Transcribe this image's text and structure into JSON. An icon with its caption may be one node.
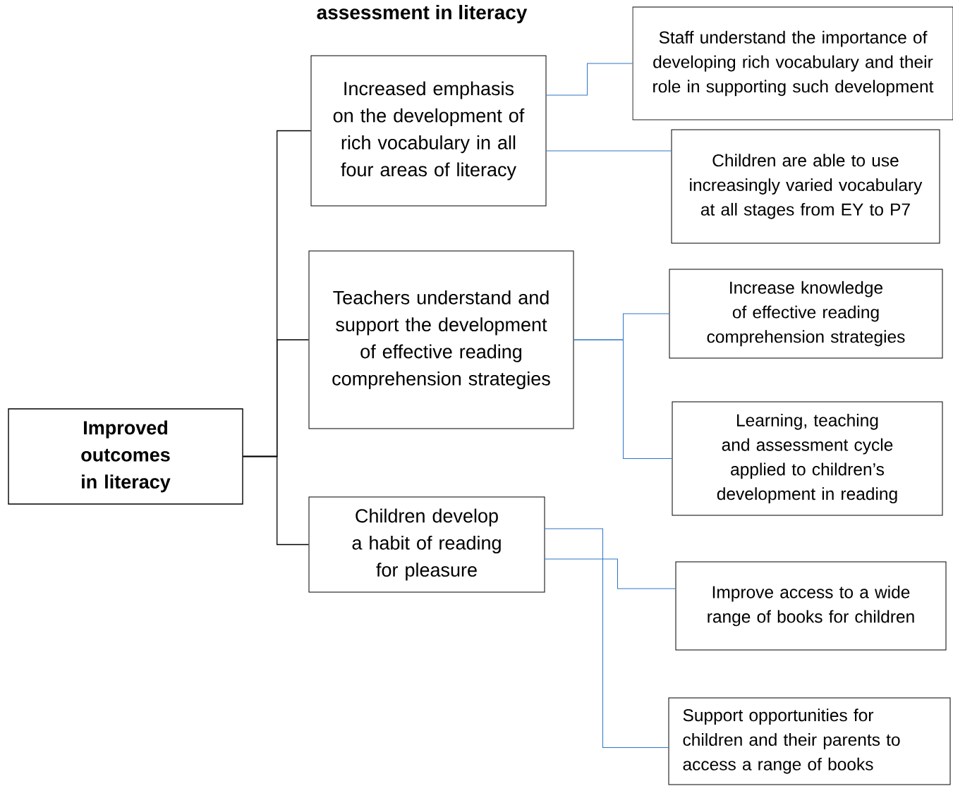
{
  "diagram": {
    "title": "assessment in literacy",
    "nodes": [
      {
        "text": [
          "Improved outcomes in literacy"
        ]
      },
      {
        "text": [
          "Increased emphasis on the development of rich vocabulary in all four areas of literacy"
        ]
      },
      {
        "text": [
          "Teachers understand and support the development of effective reading comprehension strategies"
        ]
      },
      {
        "text": [
          "Children develop a habit of reading for pleasure"
        ]
      },
      {
        "text": [
          "Staff understand the importance of developing rich vocabulary and their role in supporting such development"
        ]
      },
      {
        "text": [
          "Children are able to use increasingly varied vocabulary at all stages from EY to P7"
        ]
      },
      {
        "text": [
          "Increase knowledge of effective reading comprehension strategies"
        ]
      },
      {
        "text": [
          "Learning, teaching and assessment cycle applied to children’s development in reading"
        ]
      },
      {
        "text": [
          "Improve access to a wide range of books for children"
        ]
      },
      {
        "text": [
          "Support opportunities for children and their parents to access a range of books"
        ]
      }
    ],
    "edges": [
      {
        "from": 0,
        "to": 1,
        "arrow": "none",
        "color": "#000000"
      },
      {
        "from": 0,
        "to": 2,
        "arrow": "none",
        "color": "#000000"
      },
      {
        "from": 0,
        "to": 3,
        "arrow": "none",
        "color": "#000000"
      },
      {
        "from": 1,
        "to": 4,
        "arrow": "none"
      },
      {
        "from": 1,
        "to": 5,
        "arrow": "none"
      },
      {
        "from": 2,
        "to": 6,
        "arrow": "none"
      },
      {
        "from": 2,
        "to": 7,
        "arrow": "none"
      },
      {
        "from": 3,
        "to": 8,
        "arrow": "none"
      },
      {
        "from": 3,
        "to": 9,
        "arrow": "none"
      }
    ]
  }
}
